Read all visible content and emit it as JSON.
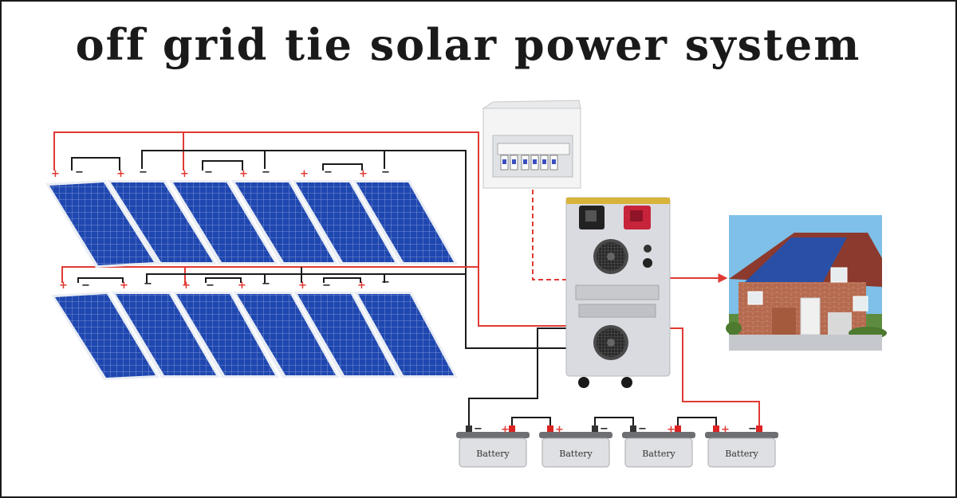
{
  "title": "off grid tie solar power system",
  "batteries": [
    {
      "label": "Battery"
    },
    {
      "label": "Battery"
    },
    {
      "label": "Battery"
    },
    {
      "label": "Battery"
    }
  ],
  "colors": {
    "positive_wire": "#e03a33",
    "negative_wire": "#1a1a1a",
    "panel_blue": "#1f47b0",
    "panel_frame": "#e9edf4",
    "inverter_body": "#d9dbe0",
    "inverter_top": "#d8b33a"
  },
  "icons": [
    "plus-sign-icon",
    "minus-sign-icon",
    "arrow-right-icon",
    "cooling-fan-icon"
  ]
}
